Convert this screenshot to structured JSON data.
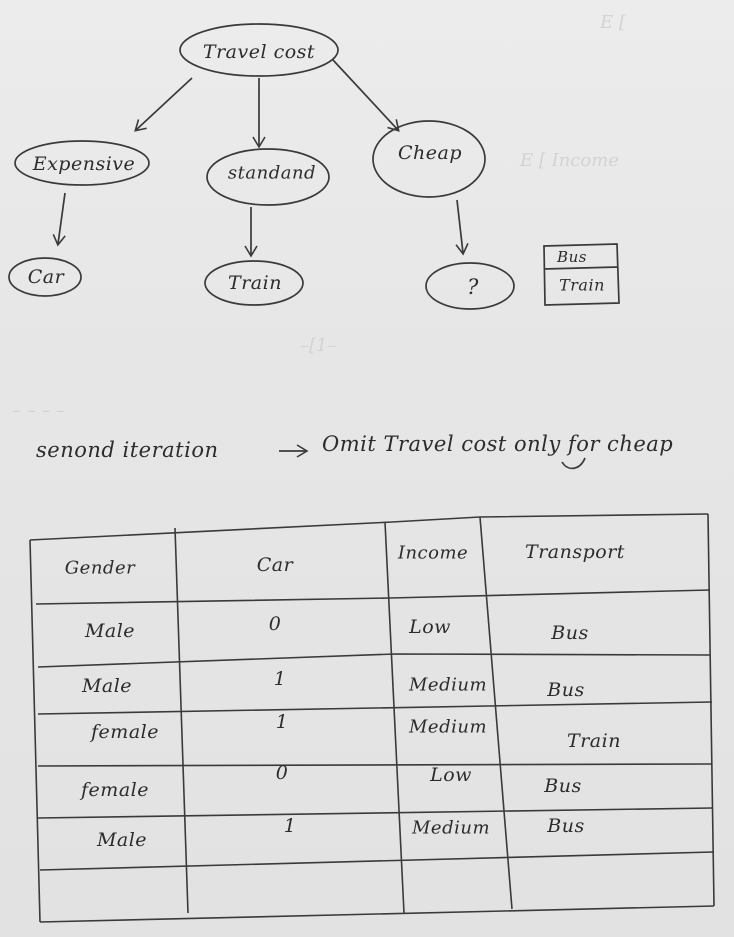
{
  "tree": {
    "root": "Travel cost",
    "branches": [
      {
        "label": "Expensive",
        "leaf": "Car"
      },
      {
        "label": "standand",
        "leaf": "Train"
      },
      {
        "label": "Cheap",
        "leaf": "?"
      }
    ],
    "candidates": [
      "Bus",
      "Train"
    ]
  },
  "note": {
    "part1": "senond iteration",
    "arrow": "→",
    "part2": "Omit Travel cost only for cheap"
  },
  "table": {
    "headers": [
      "Gender",
      "Car",
      "Income",
      "Transport"
    ],
    "rows": [
      [
        "Male",
        "0",
        "Low",
        "Bus"
      ],
      [
        "Male",
        "1",
        "Medium",
        "Bus"
      ],
      [
        "female",
        "1",
        "Medium",
        "Train"
      ],
      [
        "female",
        "0",
        "Low",
        "Bus"
      ],
      [
        "Male",
        "1",
        "Medium",
        "Bus"
      ]
    ]
  }
}
